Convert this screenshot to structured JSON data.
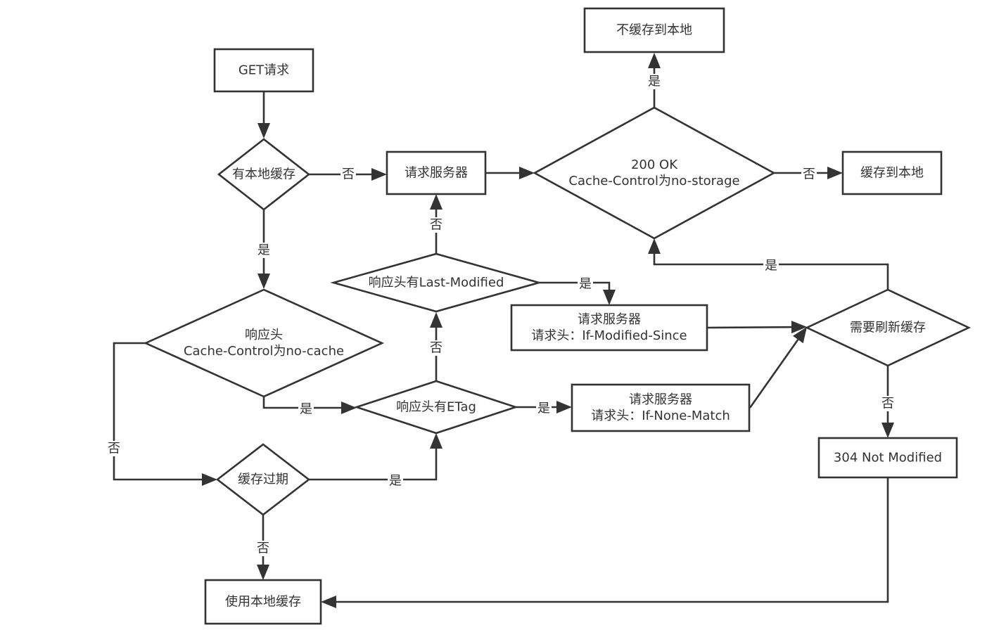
{
  "diagram": {
    "type": "flowchart",
    "colors": {
      "stroke": "#333333",
      "fill": "#ffffff",
      "text": "#333333"
    },
    "nodes": {
      "get_request": {
        "shape": "rect",
        "lines": [
          "GET请求"
        ]
      },
      "has_local_cache": {
        "shape": "diamond",
        "lines": [
          "有本地缓存"
        ]
      },
      "request_server": {
        "shape": "rect",
        "lines": [
          "请求服务器"
        ]
      },
      "ok_no_storage": {
        "shape": "diamond",
        "lines": [
          "200 OK",
          "Cache-Control为no-storage"
        ]
      },
      "no_cache_local": {
        "shape": "rect",
        "lines": [
          "不缓存到本地"
        ]
      },
      "cache_local": {
        "shape": "rect",
        "lines": [
          "缓存到本地"
        ]
      },
      "no_cache_header": {
        "shape": "diamond",
        "lines": [
          "响应头",
          "Cache-Control为no-cache"
        ]
      },
      "has_last_modified": {
        "shape": "diamond",
        "lines": [
          "响应头有Last-Modified"
        ]
      },
      "req_if_modified_since": {
        "shape": "rect",
        "lines": [
          "请求服务器",
          "请求头：If-Modified-Since"
        ]
      },
      "has_etag": {
        "shape": "diamond",
        "lines": [
          "响应头有ETag"
        ]
      },
      "req_if_none_match": {
        "shape": "rect",
        "lines": [
          "请求服务器",
          "请求头：If-None-Match"
        ]
      },
      "need_refresh": {
        "shape": "diamond",
        "lines": [
          "需要刷新缓存"
        ]
      },
      "not_modified_304": {
        "shape": "rect",
        "lines": [
          "304 Not Modified"
        ]
      },
      "cache_expired": {
        "shape": "diamond",
        "lines": [
          "缓存过期"
        ]
      },
      "use_local_cache": {
        "shape": "rect",
        "lines": [
          "使用本地缓存"
        ]
      }
    },
    "edges": [
      {
        "from": "get_request",
        "to": "has_local_cache",
        "label": ""
      },
      {
        "from": "has_local_cache",
        "to": "request_server",
        "label": "否"
      },
      {
        "from": "has_local_cache",
        "to": "no_cache_header",
        "label": "是"
      },
      {
        "from": "request_server",
        "to": "ok_no_storage",
        "label": ""
      },
      {
        "from": "ok_no_storage",
        "to": "no_cache_local",
        "label": "是"
      },
      {
        "from": "ok_no_storage",
        "to": "cache_local",
        "label": "否"
      },
      {
        "from": "no_cache_header",
        "to": "has_etag",
        "label": "是"
      },
      {
        "from": "no_cache_header",
        "to": "cache_expired",
        "label": "否"
      },
      {
        "from": "has_etag",
        "to": "req_if_none_match",
        "label": "是"
      },
      {
        "from": "has_etag",
        "to": "has_last_modified",
        "label": "否"
      },
      {
        "from": "has_last_modified",
        "to": "req_if_modified_since",
        "label": "是"
      },
      {
        "from": "has_last_modified",
        "to": "request_server",
        "label": "否"
      },
      {
        "from": "req_if_modified_since",
        "to": "need_refresh",
        "label": ""
      },
      {
        "from": "req_if_none_match",
        "to": "need_refresh",
        "label": ""
      },
      {
        "from": "need_refresh",
        "to": "ok_no_storage",
        "label": "是"
      },
      {
        "from": "need_refresh",
        "to": "not_modified_304",
        "label": "否"
      },
      {
        "from": "not_modified_304",
        "to": "use_local_cache",
        "label": ""
      },
      {
        "from": "cache_expired",
        "to": "has_etag",
        "label": "是"
      },
      {
        "from": "cache_expired",
        "to": "use_local_cache",
        "label": "否"
      }
    ]
  }
}
